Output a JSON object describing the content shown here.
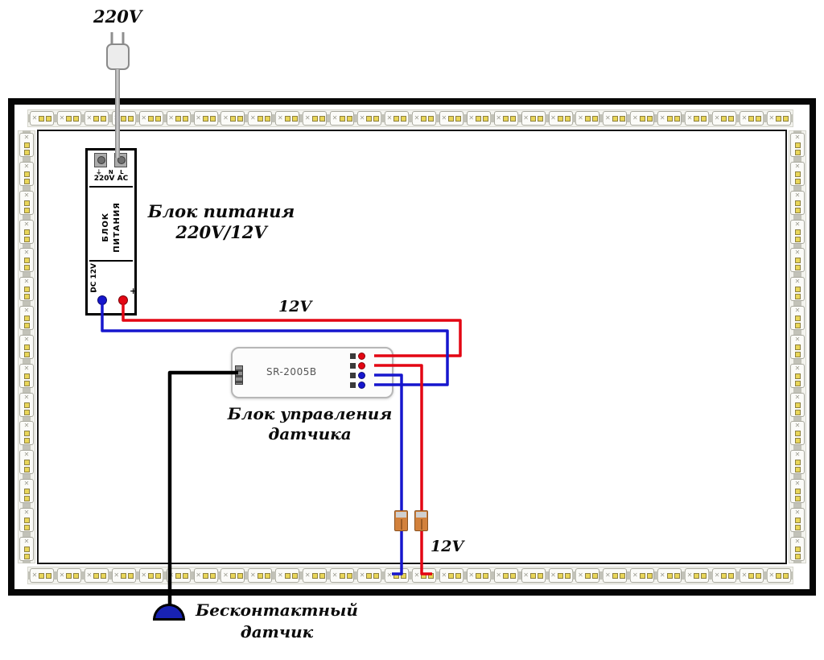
{
  "plug": {
    "voltage": "220V"
  },
  "psu": {
    "label_line1": "Блок питания",
    "label_line2": "220V/12V",
    "terminal_marks": "⏚ N L",
    "ac_input": "220V AC",
    "body_word1": "БЛОК",
    "body_word2": "ПИТАНИЯ",
    "dc_output": "DC 12V",
    "plus": "+",
    "minus": "−"
  },
  "controller": {
    "model": "SR-2005B",
    "label_line1": "Блок управления",
    "label_line2": "датчика"
  },
  "wires": {
    "supply_label": "12V",
    "strip_label": "12V"
  },
  "sensor": {
    "label_line1": "Бесконтактный",
    "label_line2": "датчик"
  },
  "colors": {
    "wire_red": "#e30613",
    "wire_blue": "#1616cd",
    "wire_black": "#000000",
    "plug_cable_gray": "#c6c6c6",
    "plug_cable_outline": "#8f8f8f",
    "led_chip_yellow": "#e9d659",
    "connector_orange": "#d2813c",
    "sensor_blue": "#1822b4",
    "frame_black": "#060606"
  }
}
